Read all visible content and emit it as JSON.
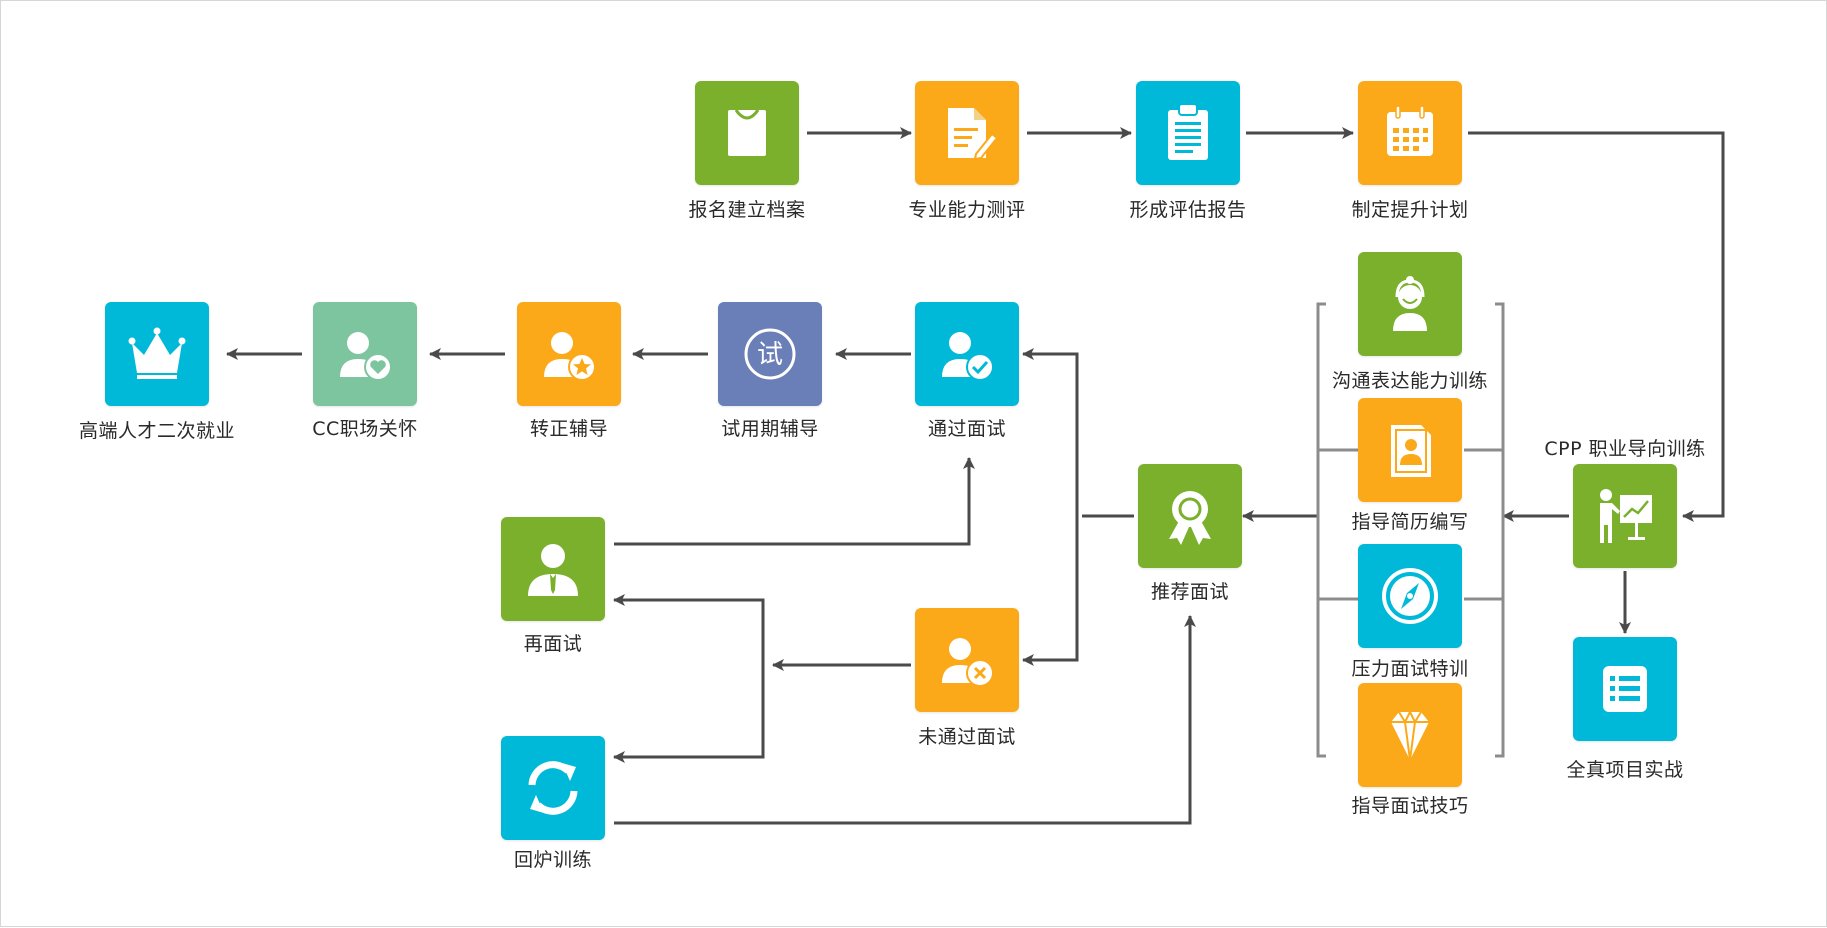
{
  "diagram": {
    "type": "flowchart",
    "palette": {
      "green": "#7ab02c",
      "orange": "#fba918",
      "cyan": "#00b9d8",
      "mint": "#7dc59f",
      "slate": "#6a7eb8",
      "line": "#4a4a4a",
      "bracket": "#8c8c8c"
    },
    "nodes": {
      "signup": {
        "label": "报名建立档案",
        "color": "green",
        "icon": "envelope-icon"
      },
      "assessment": {
        "label": "专业能力测评",
        "color": "orange",
        "icon": "document-edit-icon"
      },
      "report": {
        "label": "形成评估报告",
        "color": "cyan",
        "icon": "clipboard-icon"
      },
      "plan": {
        "label": "制定提升计划",
        "color": "orange",
        "icon": "calendar-icon"
      },
      "cpp": {
        "label": "CPP 职业导向训练",
        "color": "green",
        "icon": "presentation-icon"
      },
      "project": {
        "label": "全真项目实战",
        "color": "cyan",
        "icon": "list-icon"
      },
      "communication": {
        "label": "沟通表达能力训练",
        "color": "green",
        "icon": "headset-person-icon"
      },
      "resume": {
        "label": "指导简历编写",
        "color": "orange",
        "icon": "resume-icon"
      },
      "pressure": {
        "label": "压力面试特训",
        "color": "cyan",
        "icon": "compass-icon"
      },
      "skills": {
        "label": "指导面试技巧",
        "color": "orange",
        "icon": "diamond-icon"
      },
      "recommend": {
        "label": "推荐面试",
        "color": "green",
        "icon": "award-icon"
      },
      "passed": {
        "label": "通过面试",
        "color": "cyan",
        "icon": "user-check-icon"
      },
      "failed": {
        "label": "未通过面试",
        "color": "orange",
        "icon": "user-cross-icon"
      },
      "reinterview": {
        "label": "再面试",
        "color": "green",
        "icon": "businessman-icon"
      },
      "retrain": {
        "label": "回炉训练",
        "color": "cyan",
        "icon": "refresh-icon"
      },
      "probation": {
        "label": "试用期辅导",
        "color": "slate",
        "icon": "exam-badge-icon",
        "badge_text": "试"
      },
      "regular": {
        "label": "转正辅导",
        "color": "orange",
        "icon": "user-star-icon"
      },
      "cc_care": {
        "label": "CC职场关怀",
        "color": "mint",
        "icon": "user-heart-icon"
      },
      "employment": {
        "label": "高端人才二次就业",
        "color": "cyan",
        "icon": "crown-icon"
      }
    },
    "edges": [
      {
        "from": "signup",
        "to": "assessment"
      },
      {
        "from": "assessment",
        "to": "report"
      },
      {
        "from": "report",
        "to": "plan"
      },
      {
        "from": "plan",
        "to": "cpp"
      },
      {
        "from": "cpp",
        "to": "project"
      },
      {
        "from": "cpp",
        "to": "training-group"
      },
      {
        "from": "training-group",
        "to": "recommend"
      },
      {
        "from": "recommend",
        "to": "passed"
      },
      {
        "from": "recommend",
        "to": "failed"
      },
      {
        "from": "failed",
        "to": "reinterview"
      },
      {
        "from": "failed",
        "to": "retrain"
      },
      {
        "from": "reinterview",
        "to": "passed"
      },
      {
        "from": "retrain",
        "to": "recommend"
      },
      {
        "from": "passed",
        "to": "probation"
      },
      {
        "from": "probation",
        "to": "regular"
      },
      {
        "from": "regular",
        "to": "cc_care"
      },
      {
        "from": "cc_care",
        "to": "employment"
      }
    ]
  }
}
